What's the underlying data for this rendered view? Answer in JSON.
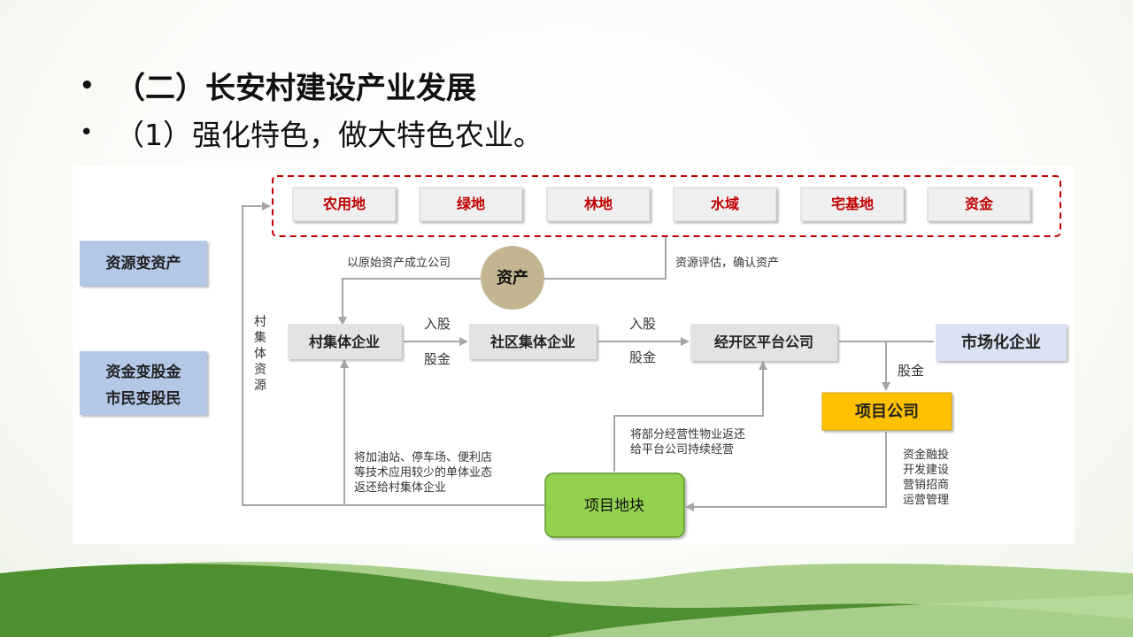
{
  "slide": {
    "heading": "（二）长安村建设产业发展",
    "subheading": "（1）强化特色，做大特色农业。",
    "bullet_char": "•"
  },
  "diagram": {
    "resources": [
      "农用地",
      "绿地",
      "林地",
      "水域",
      "宅基地",
      "资金"
    ],
    "left_boxes": {
      "resource_to_asset": "资源变资产",
      "fund_to_share_1": "资金变股金",
      "fund_to_share_2": "市民变股民"
    },
    "asset_circle": "资产",
    "nodes": {
      "village_enterprise": "村集体企业",
      "community_enterprise": "社区集体企业",
      "platform_company": "经开区平台公司",
      "market_enterprise": "市场化企业",
      "project_company": "项目公司",
      "project_land": "项目地块"
    },
    "vertical_label": [
      "村",
      "集",
      "体",
      "资",
      "源"
    ],
    "labels": {
      "original_asset": "以原始资产成立公司",
      "assess": "资源评估，确认资产",
      "invest_1": "入股",
      "share_1": "股金",
      "invest_2": "入股",
      "share_2": "股金",
      "share_3": "股金",
      "return_part": [
        "将部分经营性物业返还",
        "给平台公司持续经营"
      ],
      "return_village": [
        "将加油站、停车场、便利店",
        "等技术应用较少的单体业态",
        "返还给村集体企业"
      ],
      "project_ops": [
        "资金融投",
        "开发建设",
        "营销招商",
        "运营管理"
      ]
    },
    "colors": {
      "resource_text": "#c00000",
      "dashed_border": "#c00000",
      "left_box_fill": "#b4c7e7",
      "node_fill": "#e3e3e3",
      "circle_fill": "#c2b58f",
      "project_company_fill": "#ffc000",
      "project_land_fill": "#92d050",
      "market_fill": "#dae3f3",
      "arrow": "#a6a6a6"
    }
  }
}
